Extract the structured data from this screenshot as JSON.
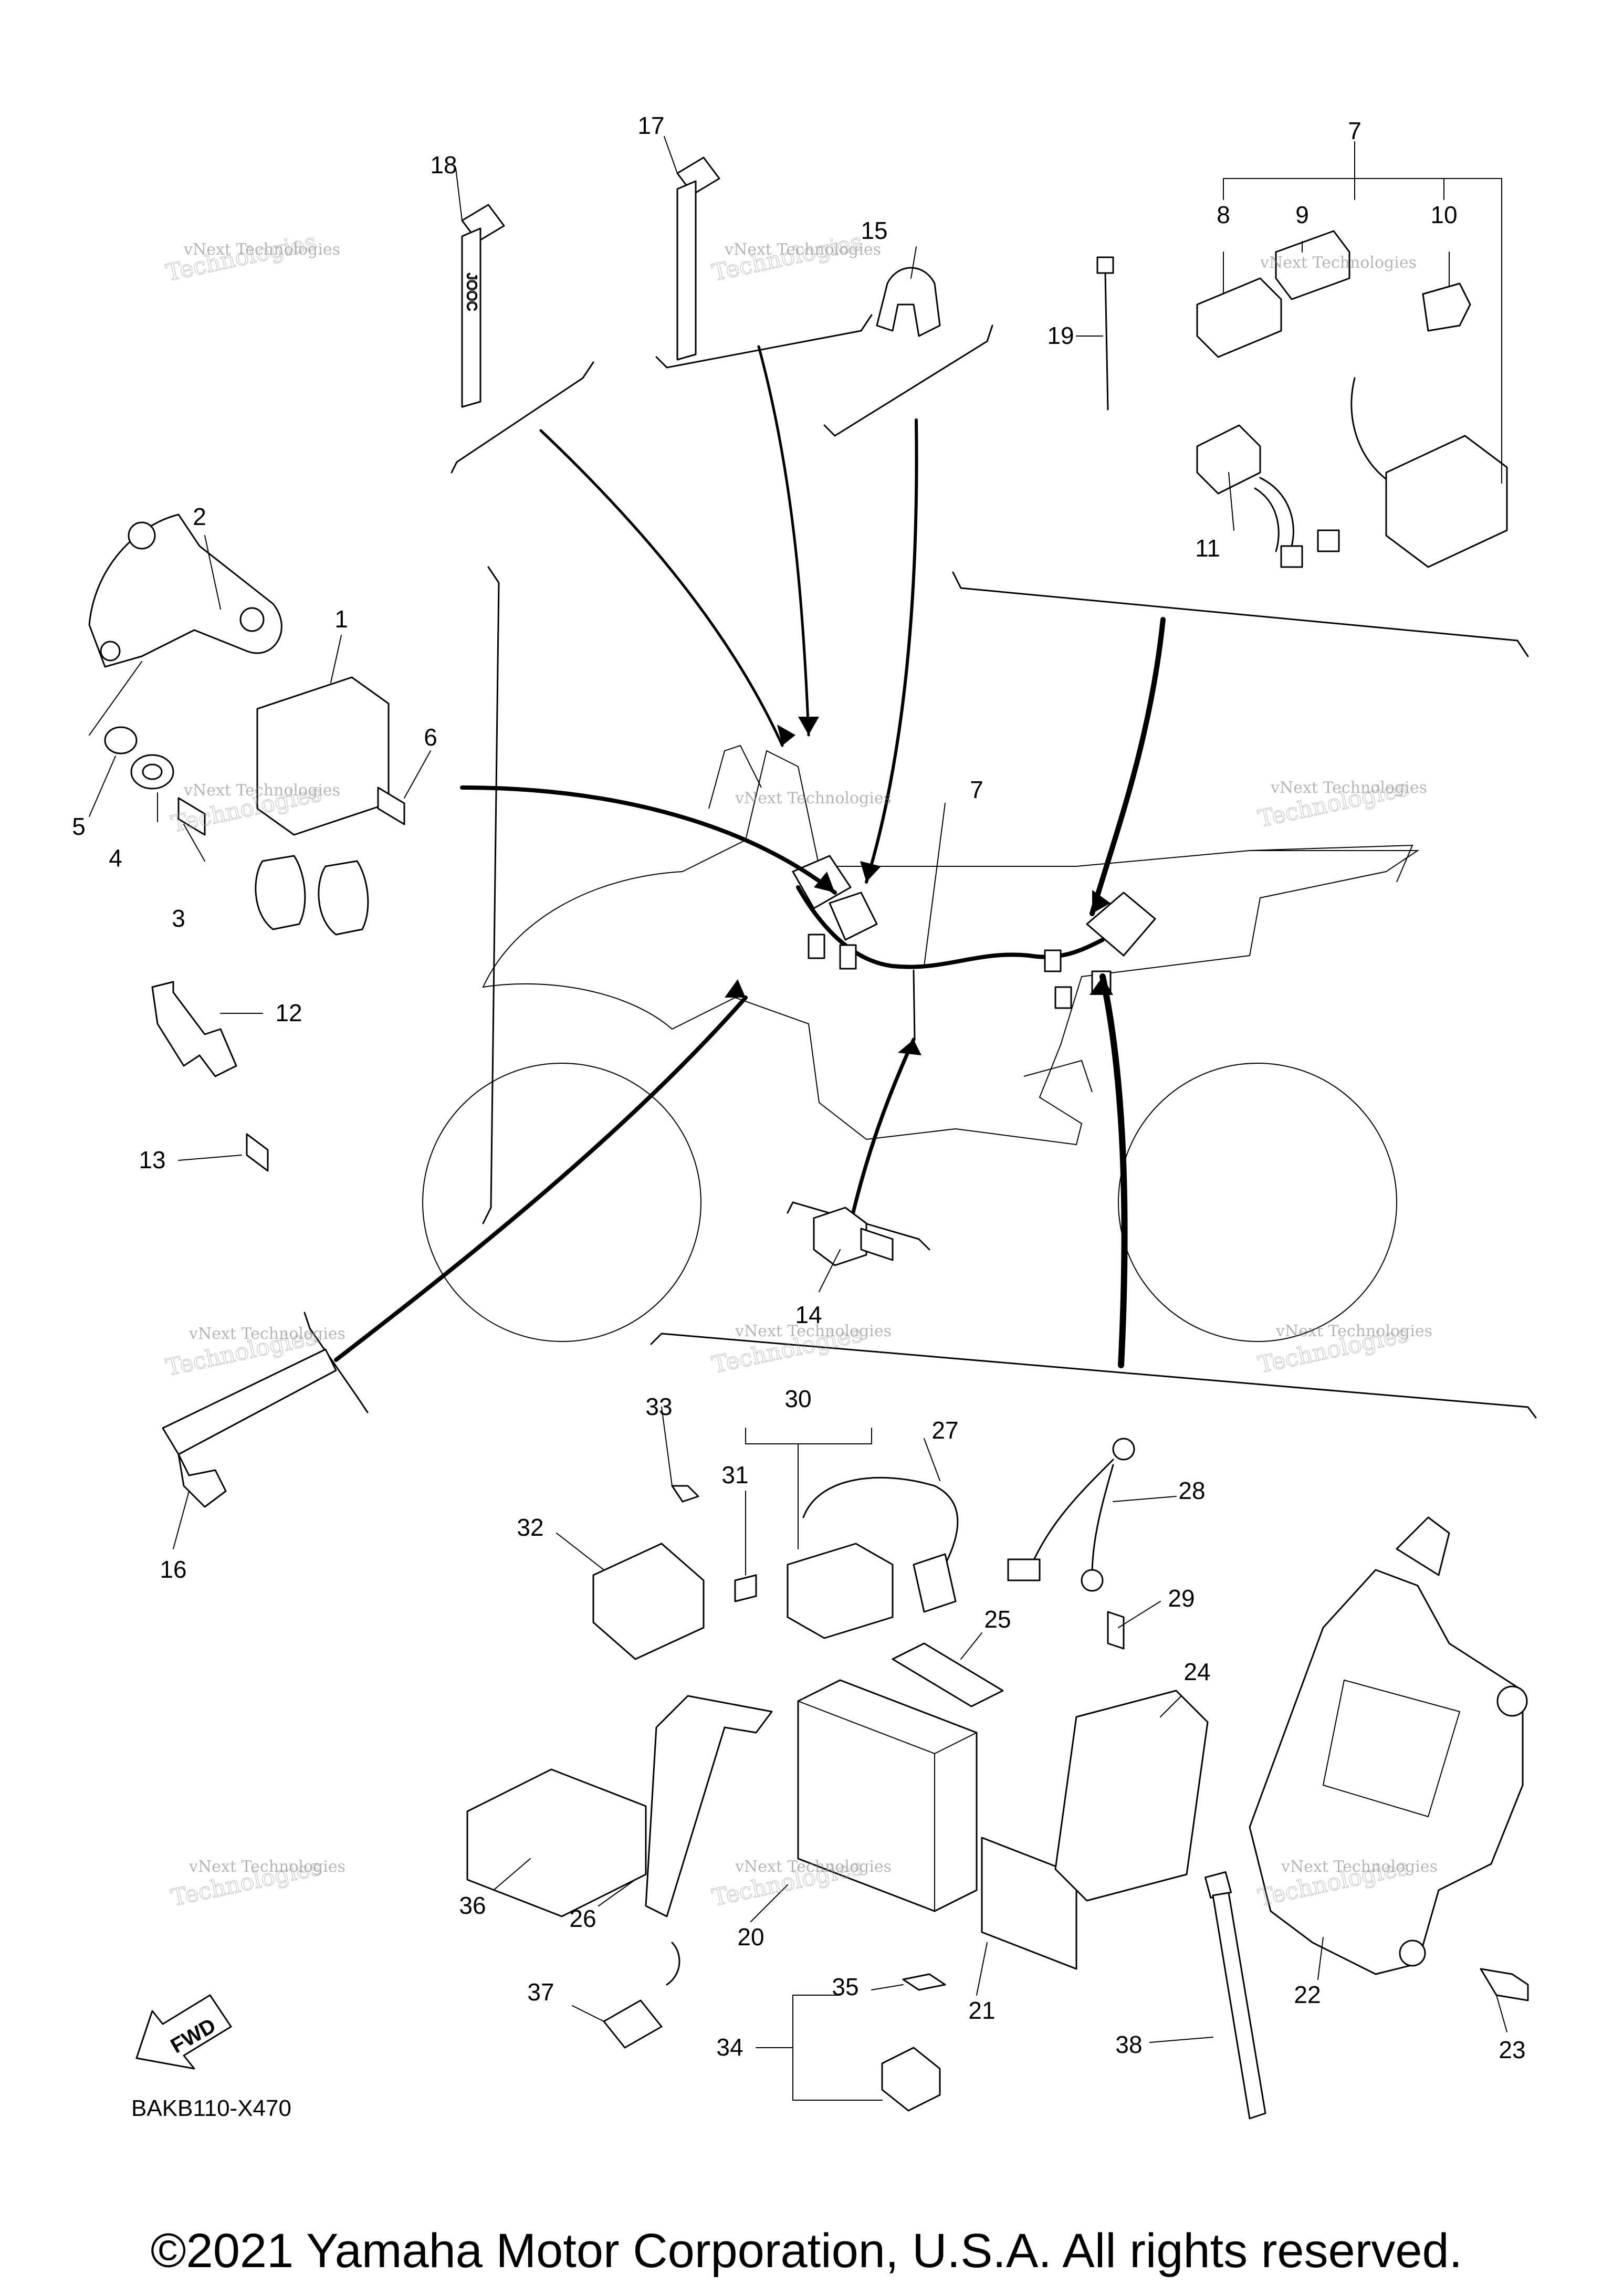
{
  "diagram": {
    "code": "BAKB110-X470",
    "fwd_label": "FWD",
    "copyright": "©2021 Yamaha Motor Corporation, U.S.A. All rights reserved.",
    "watermark_top": "vNext Technologies",
    "watermark_bottom": "Technologies",
    "part_numbers": [
      "1",
      "2",
      "3",
      "4",
      "5",
      "6",
      "7",
      "7",
      "8",
      "9",
      "10",
      "11",
      "12",
      "13",
      "14",
      "15",
      "16",
      "17",
      "18",
      "19",
      "20",
      "21",
      "22",
      "23",
      "24",
      "25",
      "26",
      "27",
      "28",
      "29",
      "30",
      "31",
      "32",
      "33",
      "34",
      "35",
      "36",
      "37",
      "38"
    ],
    "strap_marking": "JOOC"
  }
}
